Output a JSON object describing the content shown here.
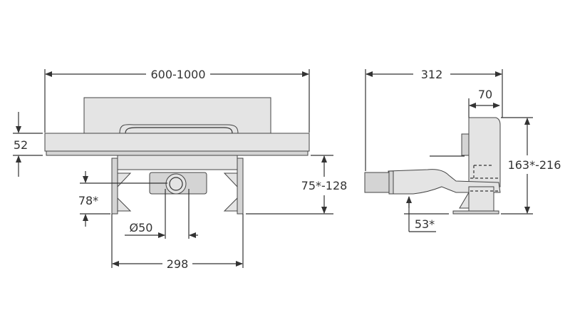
{
  "front_view": {
    "width_label": "600-1000",
    "height_label": "52",
    "outlet_height_label": "78*",
    "pipe_diameter_label": "Ø50",
    "feet_spacing_label": "298",
    "adjust_height_label": "75*-128"
  },
  "side_view": {
    "depth_label": "312",
    "body_width_label": "70",
    "total_height_label": "163*-216",
    "outlet_height_label": "53*"
  },
  "colors": {
    "line": "#333333",
    "part_fill": "#e4e4e4"
  }
}
